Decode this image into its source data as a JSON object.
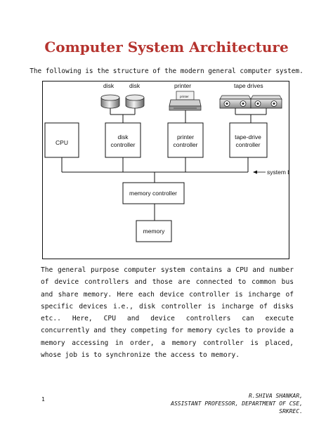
{
  "title": "Computer System Architecture",
  "intro": "The following is the structure of the modern general computer system.",
  "diagram": {
    "device_labels": {
      "disk1": "disk",
      "disk2": "disk",
      "printer": "printer",
      "tape": "tape drives"
    },
    "printer_paper_text": "printer",
    "boxes": {
      "cpu": "CPU",
      "disk_controller_1": "disk",
      "disk_controller_2": "controller",
      "printer_controller_1": "printer",
      "printer_controller_2": "controller",
      "tape_controller_1": "tape-drive",
      "tape_controller_2": "controller",
      "memory_controller": "memory controller",
      "memory": "memory"
    },
    "system_bus_label": "system bus"
  },
  "paragraph": "The general purpose computer system contains a CPU and number of device controllers and those are connected to common bus and share memory. Here each device controller is incharge of  specific devices i.e., disk controller is incharge of disks etc.. Here, CPU and device controllers can execute concurrently and they competing for memory cycles to provide a memory accessing in order, a memory controller is placed, whose job is to synchronize the access to memory.",
  "footer": {
    "page_number": "1",
    "author": "R.SHIVA SHANKAR,",
    "position": "ASSISTANT PROFESSOR, DEPARTMENT OF CSE,",
    "institution": "SRKREC."
  }
}
